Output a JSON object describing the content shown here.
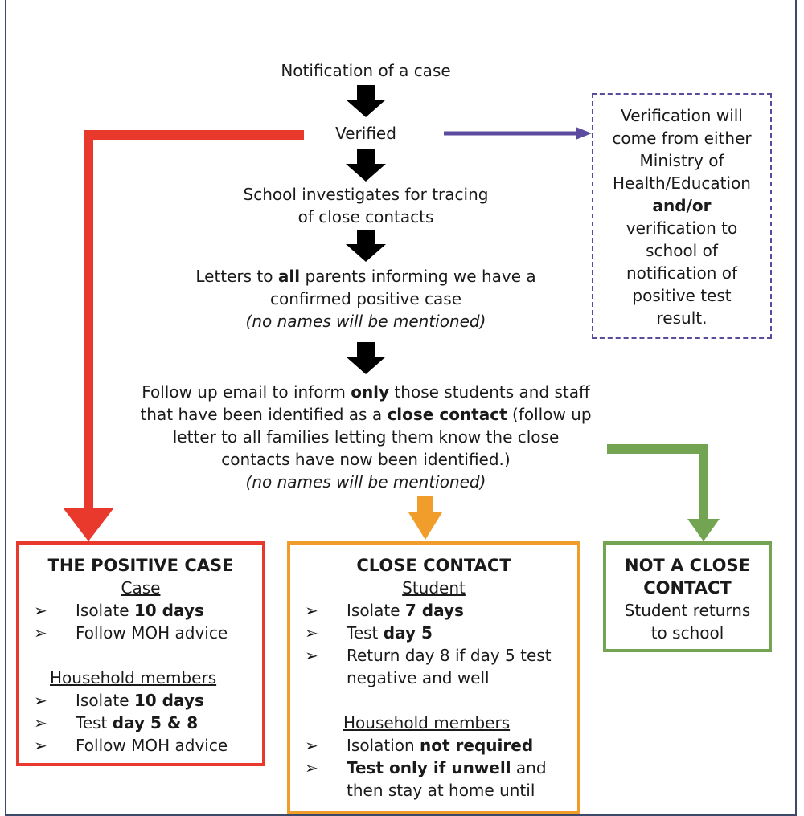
{
  "colors": {
    "red": "#e8392c",
    "orange": "#f19d2c",
    "green": "#72a452",
    "purple": "#5b4a9e",
    "black": "#000000"
  },
  "flow": {
    "notification": "Notification of a case",
    "verified": "Verified",
    "investigate_line1": "School investigates for tracing",
    "investigate_line2": "of close contacts",
    "letters_pre": "Letters to ",
    "letters_bold": "all",
    "letters_post": " parents informing we have a",
    "letters_line2": "confirmed positive case",
    "no_names_1": "(no names will be mentioned)",
    "email_pre": "Follow up email to inform ",
    "email_bold1": "only",
    "email_post1": " those students and staff",
    "email_line2_pre": "that have been identified as a ",
    "email_bold2": "close contact",
    "email_line2_post": " (follow up",
    "email_line3": "letter to all families letting them know the close",
    "email_line4": "contacts have now been identified.)",
    "no_names_2": "(no names will be mentioned)"
  },
  "verification_note": {
    "line1": "Verification will",
    "line2": "come from either",
    "line3": "Ministry of",
    "line4": "Health/Education",
    "bold": "and/or",
    "line6": "verification to",
    "line7": "school of",
    "line8": "notification of",
    "line9": "positive test",
    "line10": "result."
  },
  "positive_case": {
    "title": "THE POSITIVE CASE",
    "case_heading": "Case",
    "case_items": [
      {
        "pre": "Isolate ",
        "bold": "10 days",
        "post": ""
      },
      {
        "pre": "Follow MOH advice",
        "bold": "",
        "post": ""
      }
    ],
    "household_heading": "Household members",
    "household_items": [
      {
        "pre": "Isolate ",
        "bold": "10 days",
        "post": ""
      },
      {
        "pre": "Test ",
        "bold": "day 5 & 8",
        "post": ""
      },
      {
        "pre": "Follow MOH advice",
        "bold": "",
        "post": ""
      }
    ]
  },
  "close_contact": {
    "title": "CLOSE CONTACT",
    "student_heading": "Student",
    "student_items": [
      {
        "pre": "Isolate ",
        "bold": "7 days",
        "post": ""
      },
      {
        "pre": "Test ",
        "bold": "day 5",
        "post": ""
      },
      {
        "pre": "Return day 8 if day 5 test",
        "bold": "",
        "post": "",
        "line2": "negative and well"
      }
    ],
    "household_heading": "Household members",
    "household_items": [
      {
        "pre": "Isolation ",
        "bold": "not required",
        "post": ""
      },
      {
        "pre": "",
        "bold": "Test only if unwell",
        "post": " and",
        "line2": "then stay at home until"
      }
    ]
  },
  "not_close_contact": {
    "title_line1": "NOT A CLOSE",
    "title_line2": "CONTACT",
    "text_line1": "Student returns",
    "text_line2": "to school"
  },
  "bullet_mark": "➢"
}
